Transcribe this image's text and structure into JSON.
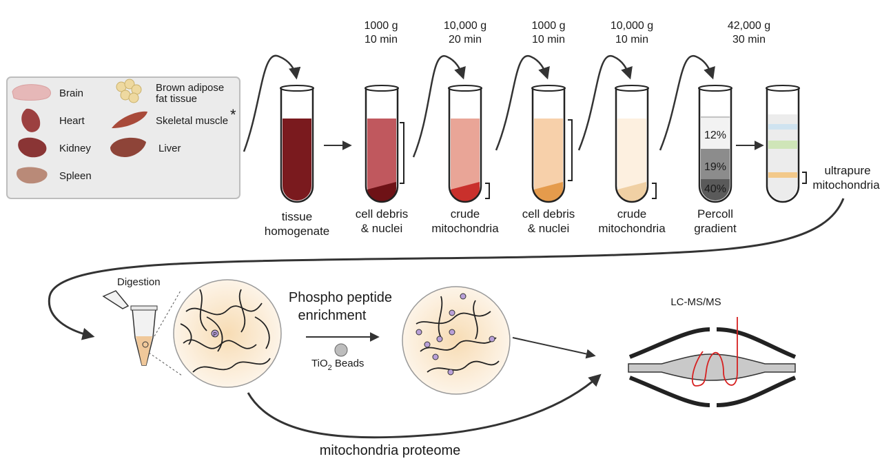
{
  "legend": {
    "tissues": [
      "Brain",
      "Heart",
      "Kidney",
      "Spleen"
    ],
    "tissues2": [
      "Brown adipose",
      "fat tissue",
      "Skeletal muscle",
      "Liver"
    ],
    "asterisk": "*"
  },
  "centrifuge": [
    {
      "speed": "1000 g",
      "time": "10 min"
    },
    {
      "speed": "10,000 g",
      "time": "20 min"
    },
    {
      "speed": "1000 g",
      "time": "10 min"
    },
    {
      "speed": "10,000 g",
      "time": "10 min"
    },
    {
      "speed": "42,000 g",
      "time": "30 min"
    }
  ],
  "tubes": [
    {
      "line1": "tissue",
      "line2": "homogenate"
    },
    {
      "line1": "cell debris",
      "line2": "& nuclei"
    },
    {
      "line1": "crude",
      "line2": "mitochondria"
    },
    {
      "line1": "cell debris",
      "line2": "& nuclei"
    },
    {
      "line1": "crude",
      "line2": "mitochondria"
    },
    {
      "line1": "Percoll",
      "line2": "gradient"
    }
  ],
  "gradient": [
    "12%",
    "19%",
    "40%"
  ],
  "product": {
    "line1": "ultrapure",
    "line2": "mitochondria"
  },
  "digestion": "Digestion",
  "enrichment": {
    "line1": "Phospho peptide",
    "line2": "enrichment"
  },
  "beads": {
    "prefix": "TiO",
    "sub": "2",
    "suffix": " Beads"
  },
  "phospho_mark": "P",
  "lcms": "LC-MS/MS",
  "proteome": "mitochondria proteome"
}
